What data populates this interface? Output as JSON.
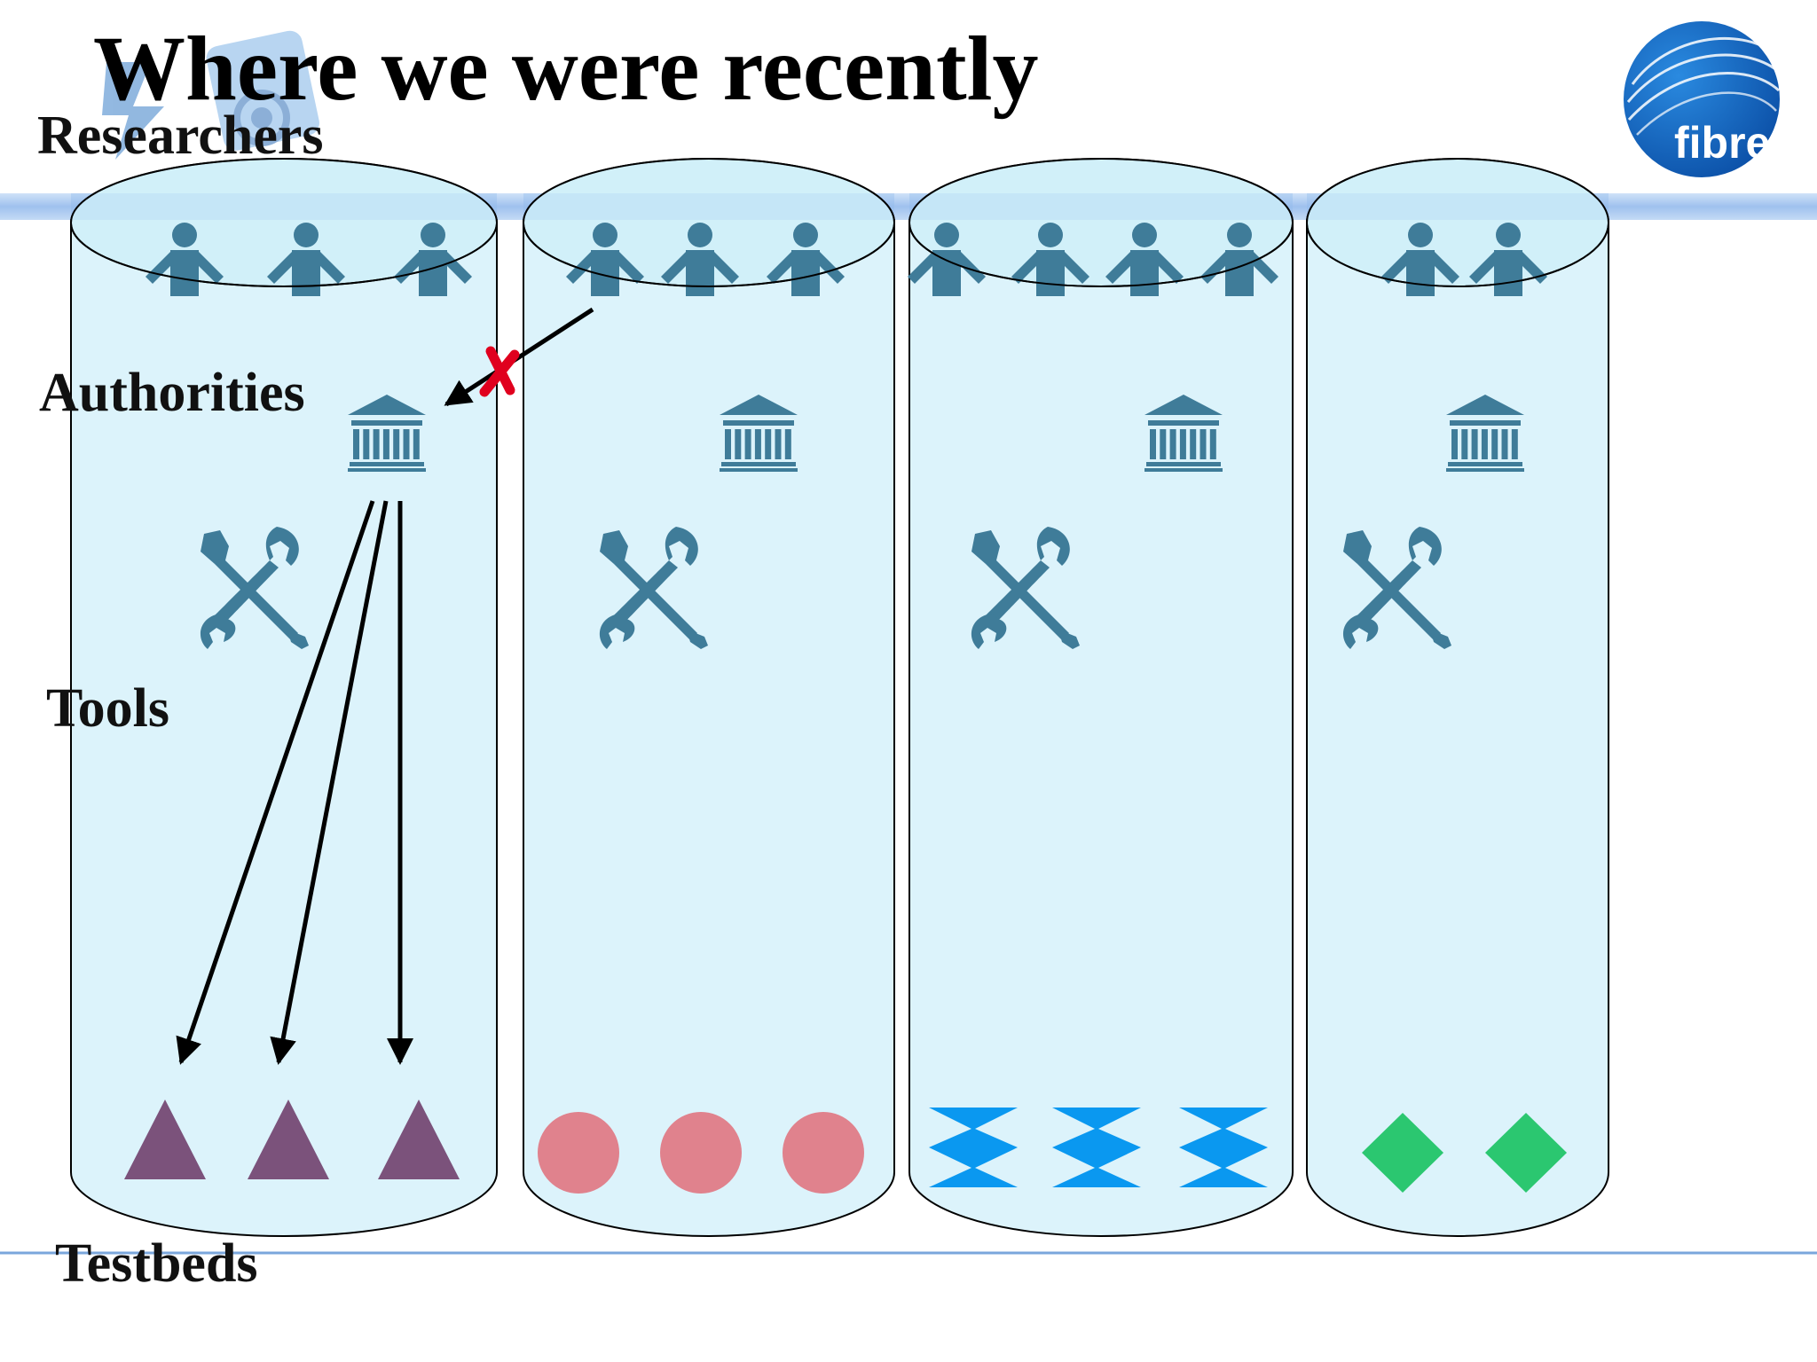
{
  "slide": {
    "title": "Where we were recently",
    "row_labels": {
      "researchers": "Researchers",
      "authorities": "Authorities",
      "tools": "Tools",
      "testbeds": "Testbeds"
    },
    "logo_text": "fibre"
  },
  "colors": {
    "cylinder_fill": "#dcf3fb",
    "icon_blue": "#3f7c99",
    "band_blue": "#a9c8f1",
    "triangle": "#7b527b",
    "circle": "#e0828d",
    "hourglass": "#0a98f0",
    "diamond": "#2bc770",
    "cross_red": "#e0001e"
  },
  "icons": {
    "researcher": "person-icon",
    "authority": "institution-building-icon",
    "tool": "wrench-screwdriver-icon"
  },
  "diagram": {
    "columns": [
      {
        "id": "col1",
        "researchers": 3,
        "testbed_shape": "triangle",
        "testbeds": 3
      },
      {
        "id": "col2",
        "researchers": 3,
        "testbed_shape": "circle",
        "testbeds": 3
      },
      {
        "id": "col3",
        "researchers": 4,
        "testbed_shape": "hourglass",
        "testbeds": 3
      },
      {
        "id": "col4",
        "researchers": 2,
        "testbed_shape": "diamond",
        "testbeds": 2
      }
    ]
  }
}
